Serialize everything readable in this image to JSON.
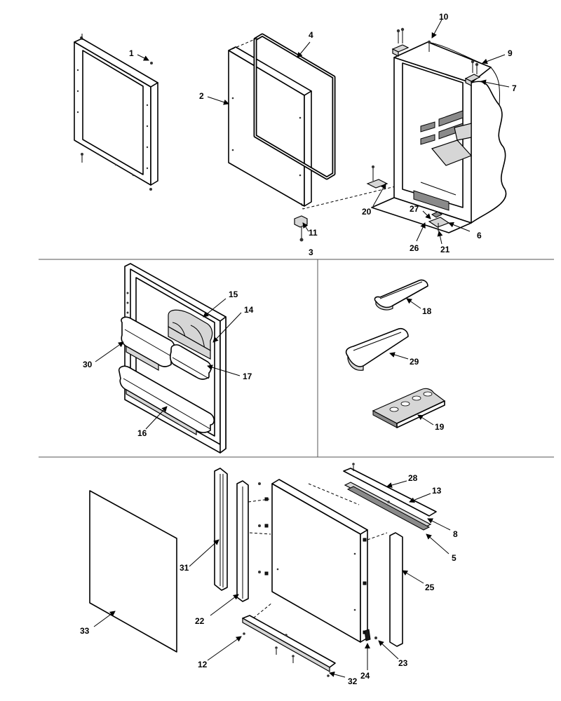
{
  "callouts": {
    "n1": "1",
    "n2": "2",
    "n3": "3",
    "n4": "4",
    "n5": "5",
    "n6": "6",
    "n7": "7",
    "n8": "8",
    "n9": "9",
    "n10": "10",
    "n11": "11",
    "n12": "12",
    "n13": "13",
    "n14": "14",
    "n15": "15",
    "n16": "16",
    "n17": "17",
    "n18": "18",
    "n19": "19",
    "n20": "20",
    "n21": "21",
    "n22": "22",
    "n23": "23",
    "n24": "24",
    "n25": "25",
    "n26": "26",
    "n27": "27",
    "n28": "28",
    "n29": "29",
    "n30": "30",
    "n31": "31",
    "n32": "32",
    "n33": "33"
  }
}
